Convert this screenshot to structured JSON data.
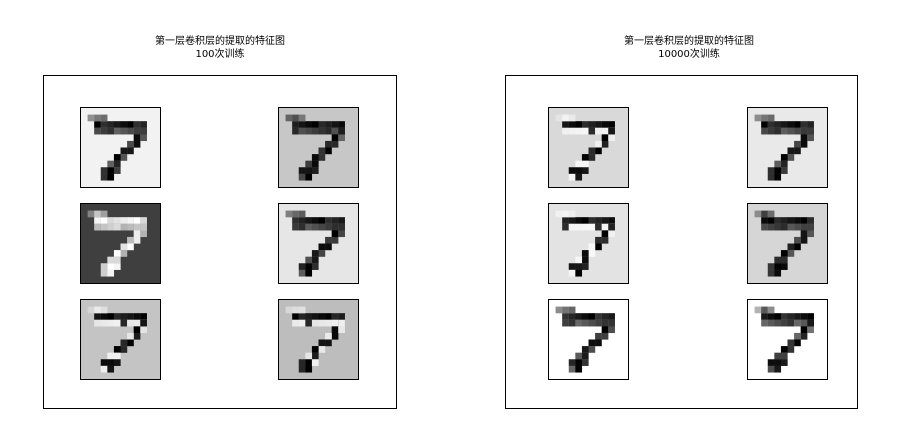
{
  "panels": [
    {
      "title": "第一层卷积层的提取的特征图",
      "subtitle": "100次训练",
      "maps": [
        {
          "name": "map-1",
          "bg": "#f2f2f2",
          "ink": "dark"
        },
        {
          "name": "map-2",
          "bg": "#c7c7c7",
          "ink": "dark"
        },
        {
          "name": "map-3",
          "bg": "#3f3f3f",
          "ink": "light"
        },
        {
          "name": "map-4",
          "bg": "#e6e6e6",
          "ink": "dark"
        },
        {
          "name": "map-5",
          "bg": "#c4c4c4",
          "ink": "mixed"
        },
        {
          "name": "map-6",
          "bg": "#bdbdbd",
          "ink": "mixed"
        }
      ]
    },
    {
      "title": "第一层卷积层的提取的特征图",
      "subtitle": "10000次训练",
      "maps": [
        {
          "name": "map-1",
          "bg": "#d9d9d9",
          "ink": "mixed"
        },
        {
          "name": "map-2",
          "bg": "#e9e9e9",
          "ink": "dark"
        },
        {
          "name": "map-3",
          "bg": "#e3e3e3",
          "ink": "mixed"
        },
        {
          "name": "map-4",
          "bg": "#d6d6d6",
          "ink": "dark"
        },
        {
          "name": "map-5",
          "bg": "#ffffff",
          "ink": "dark"
        },
        {
          "name": "map-6",
          "bg": "#ffffff",
          "ink": "dark"
        }
      ]
    }
  ],
  "chart_data": [
    {
      "type": "heatmap",
      "title": "第一层卷积层的提取的特征图",
      "subtitle": "100次训练",
      "grid": {
        "rows": 3,
        "cols": 2
      },
      "colormap": "gray"
    },
    {
      "type": "heatmap",
      "title": "第一层卷积层的提取的特征图",
      "subtitle": "10000次训练",
      "grid": {
        "rows": 3,
        "cols": 2
      },
      "colormap": "gray"
    }
  ]
}
